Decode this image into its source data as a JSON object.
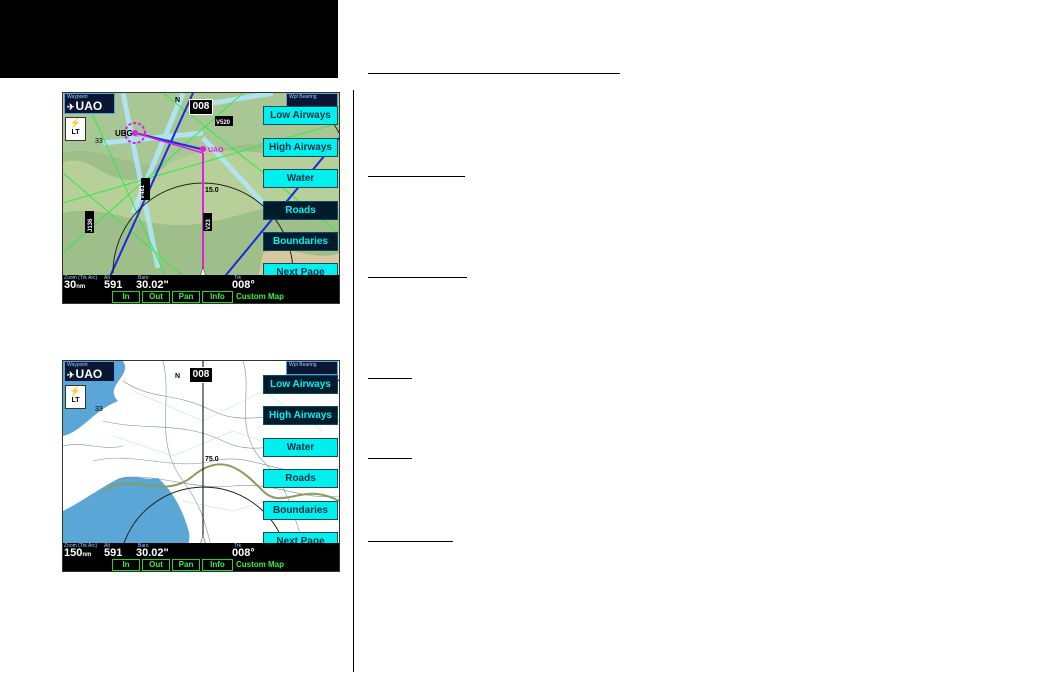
{
  "screen1": {
    "waypoint_caption": "Waypoint",
    "waypoint_value": "UAO",
    "lighting_label": "LT",
    "lighting_icon": "bolt-icon",
    "heading": "008",
    "bearing_caption": "Wpt Bearing",
    "map_labels": {
      "airport1": "UBG",
      "airport2": "UAO",
      "dist_ring": "15.0",
      "awy1": "V520",
      "awy2": "V481",
      "awy3": "J136",
      "awy4": "V23",
      "n_card": "N",
      "num33": "33"
    },
    "softkeys": [
      {
        "label": "Low Airways",
        "state": "on"
      },
      {
        "label": "High Airways",
        "state": "on"
      },
      {
        "label": "Water",
        "state": "on"
      },
      {
        "label": "Roads",
        "state": "off"
      },
      {
        "label": "Boundaries",
        "state": "off"
      },
      {
        "label": "Next Page",
        "state": "on"
      }
    ],
    "data": {
      "zoom_caption": "Zoom (Trk Arc)",
      "zoom_value": "30",
      "zoom_unit": "nm",
      "alt_caption": "Alt",
      "alt_value": "591",
      "baro_caption": "Baro",
      "baro_value": "30.02\"",
      "trk_caption": "Trk",
      "trk_value": "008°"
    },
    "commands": [
      "In",
      "Out",
      "Pan",
      "Info"
    ],
    "mode_title": "Custom Map"
  },
  "screen2": {
    "waypoint_caption": "Waypoint",
    "waypoint_value": "UAO",
    "lighting_label": "LT",
    "lighting_icon": "bolt-icon",
    "heading": "008",
    "bearing_caption": "Wpt Bearing",
    "map_labels": {
      "dist_ring": "75.0",
      "n_card": "N",
      "num33": "33"
    },
    "softkeys": [
      {
        "label": "Low Airways",
        "state": "off"
      },
      {
        "label": "High Airways",
        "state": "off"
      },
      {
        "label": "Water",
        "state": "on"
      },
      {
        "label": "Roads",
        "state": "on"
      },
      {
        "label": "Boundaries",
        "state": "on"
      },
      {
        "label": "Next Page",
        "state": "on"
      }
    ],
    "data": {
      "zoom_caption": "Zoom (Trk Arc)",
      "zoom_value": "150",
      "zoom_unit": "nm",
      "alt_caption": "Alt",
      "alt_value": "591",
      "baro_caption": "Baro",
      "baro_value": "30.02\"",
      "trk_caption": "Trk",
      "trk_value": "008°"
    },
    "commands": [
      "In",
      "Out",
      "Pan",
      "Info"
    ],
    "mode_title": "Custom Map"
  },
  "colors": {
    "softkey_on": "#00f0f0",
    "softkey_off": "#001c2c",
    "command_green": "#3cf03c"
  }
}
